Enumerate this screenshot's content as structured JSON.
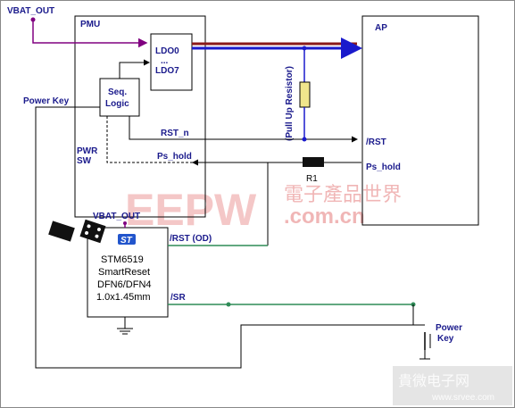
{
  "labels": {
    "vbat_top": "VBAT_OUT",
    "vbat_chip": "VBAT_OUT",
    "pmu": "PMU",
    "ap": "AP",
    "ldo0": "LDO0",
    "ldo_dots": "...",
    "ldo7": "LDO7",
    "seq1": "Seq.",
    "seq2": "Logic",
    "power_key_left": "Power Key",
    "pwr": "PWR",
    "sw": "SW",
    "rst_n": "RST_n",
    "ps_hold_left": "Ps_hold",
    "ps_hold_right": "Ps_hold",
    "rst_ap": "/RST",
    "pull_up": "(Pull Up Resistor)",
    "r1": "R1",
    "irst": "/RST (OD)",
    "sr": "/SR",
    "power_key_right_1": "Power",
    "power_key_right_2": "Key",
    "st_logo": "ST"
  },
  "chip": {
    "line1": "STM6519",
    "line2": "SmartReset",
    "line3": "DFN6/DFN4",
    "line4": "1.0x1.45mm"
  },
  "watermark": {
    "brand": "EEPW",
    "cn": "電子產品世界",
    "com": ".com.cn",
    "corner_cn": "貴微电子网",
    "corner_url": "www.srvee.com"
  },
  "colors": {
    "border": "#000000",
    "wire_blue": "#1a1acc",
    "wire_red": "#8b1a1a",
    "wire_purple": "#800080",
    "wire_green": "#2e8b57",
    "resistor_fill": "#f0e68c"
  }
}
